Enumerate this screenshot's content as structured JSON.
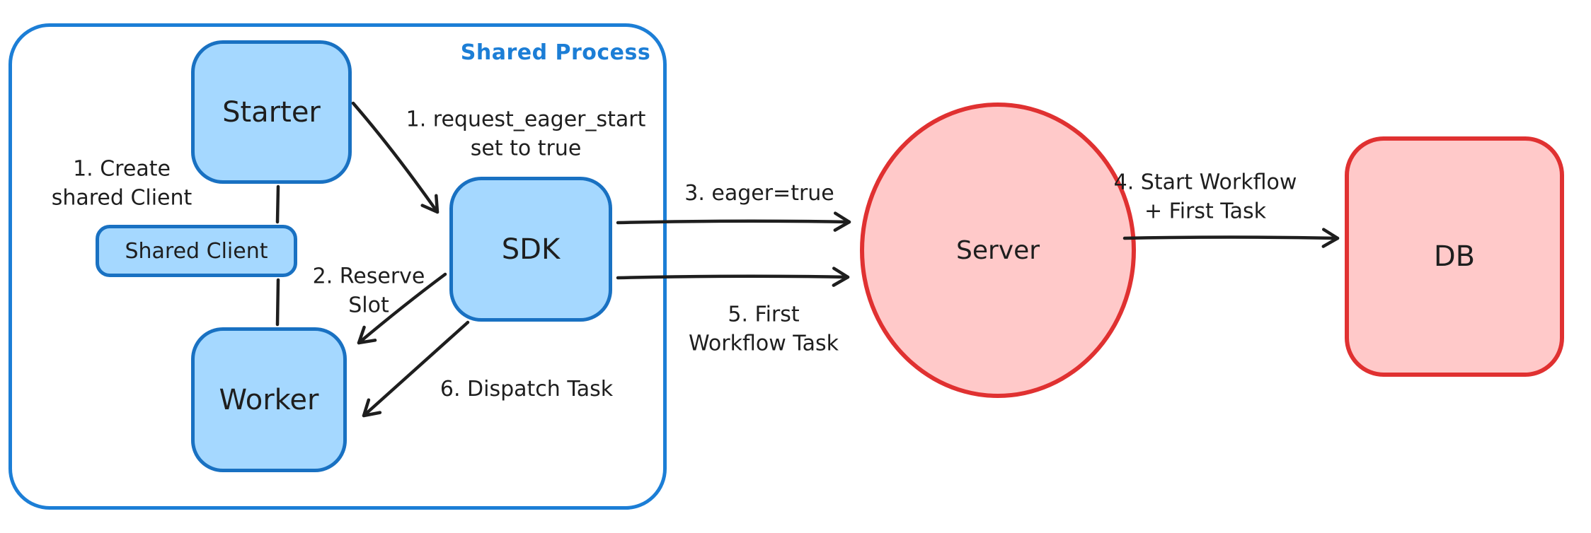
{
  "diagram": {
    "container": {
      "label": "Shared Process"
    },
    "nodes": {
      "starter": {
        "label": "Starter"
      },
      "shared_client": {
        "label": "Shared Client"
      },
      "worker": {
        "label": "Worker"
      },
      "sdk": {
        "label": "SDK"
      },
      "server": {
        "label": "Server"
      },
      "db": {
        "label": "DB"
      }
    },
    "annotations": {
      "create_shared_client": {
        "line1": "1. Create",
        "line2": "shared Client"
      },
      "request_eager_start": {
        "line1": "1. request_eager_start",
        "line2": "set to true"
      },
      "reserve_slot": {
        "line1": "2. Reserve",
        "line2": "Slot"
      },
      "eager_true": {
        "line1": "3. eager=true"
      },
      "start_workflow": {
        "line1": "4. Start Workflow",
        "line2": "+ First Task"
      },
      "first_workflow_task": {
        "line1": "5. First",
        "line2": "Workflow Task"
      },
      "dispatch_task": {
        "line1": "6. Dispatch Task"
      }
    },
    "colors": {
      "blue_border": "#1971c2",
      "blue_fill": "#a5d8ff",
      "blue_accent": "#1c7ed6",
      "red_border": "#e03131",
      "red_fill": "#ffc9c9",
      "ink": "#1e1e1e",
      "background": "#ffffff"
    }
  }
}
